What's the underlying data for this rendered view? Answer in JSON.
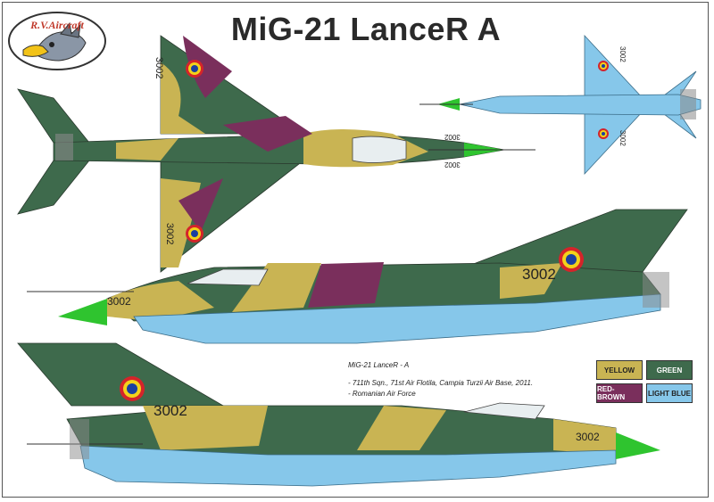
{
  "logo_text": "R.V.Aircraft",
  "title": "MiG-21 LanceR  A",
  "serial": "3002",
  "info": {
    "model": "MiG-21 LanceR - A",
    "unit": "- 711th Sqn., 71st Air Flotila, Campia Turzii Air Base, 2011.",
    "operator": "- Romanian Air Force"
  },
  "colors": {
    "yellow": {
      "label": "YELLOW",
      "hex": "#c9b453"
    },
    "green": {
      "label": "GREEN",
      "hex": "#3e6a4c"
    },
    "redbrown": {
      "label": "RED-BROWN",
      "hex": "#7a2f5c"
    },
    "lightblue": {
      "label": "LIGHT BLUE",
      "hex": "#86c7ea"
    }
  },
  "roundel": {
    "blue": "#1b3fa0",
    "yellow": "#f3d21a",
    "red": "#d4242a"
  }
}
